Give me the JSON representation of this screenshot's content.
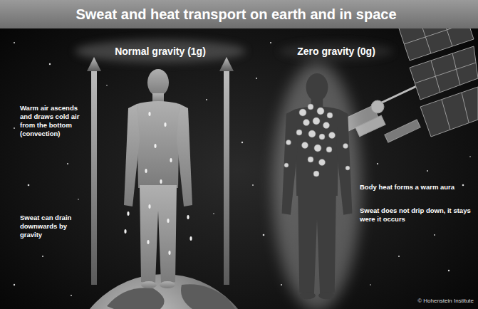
{
  "diagram": {
    "title": "Sweat and heat transport on earth and in space",
    "labels": [
      "Normal gravity (1g)",
      "Zero gravity (0g)",
      "Warm air ascends and draws cold air from the bottom (convection)",
      "Sweat can drain downwards by gravity",
      "Body heat forms a warm aura",
      "Sweat does not drip down, it stays were it occurs",
      "© Hohenstein Institute"
    ]
  }
}
